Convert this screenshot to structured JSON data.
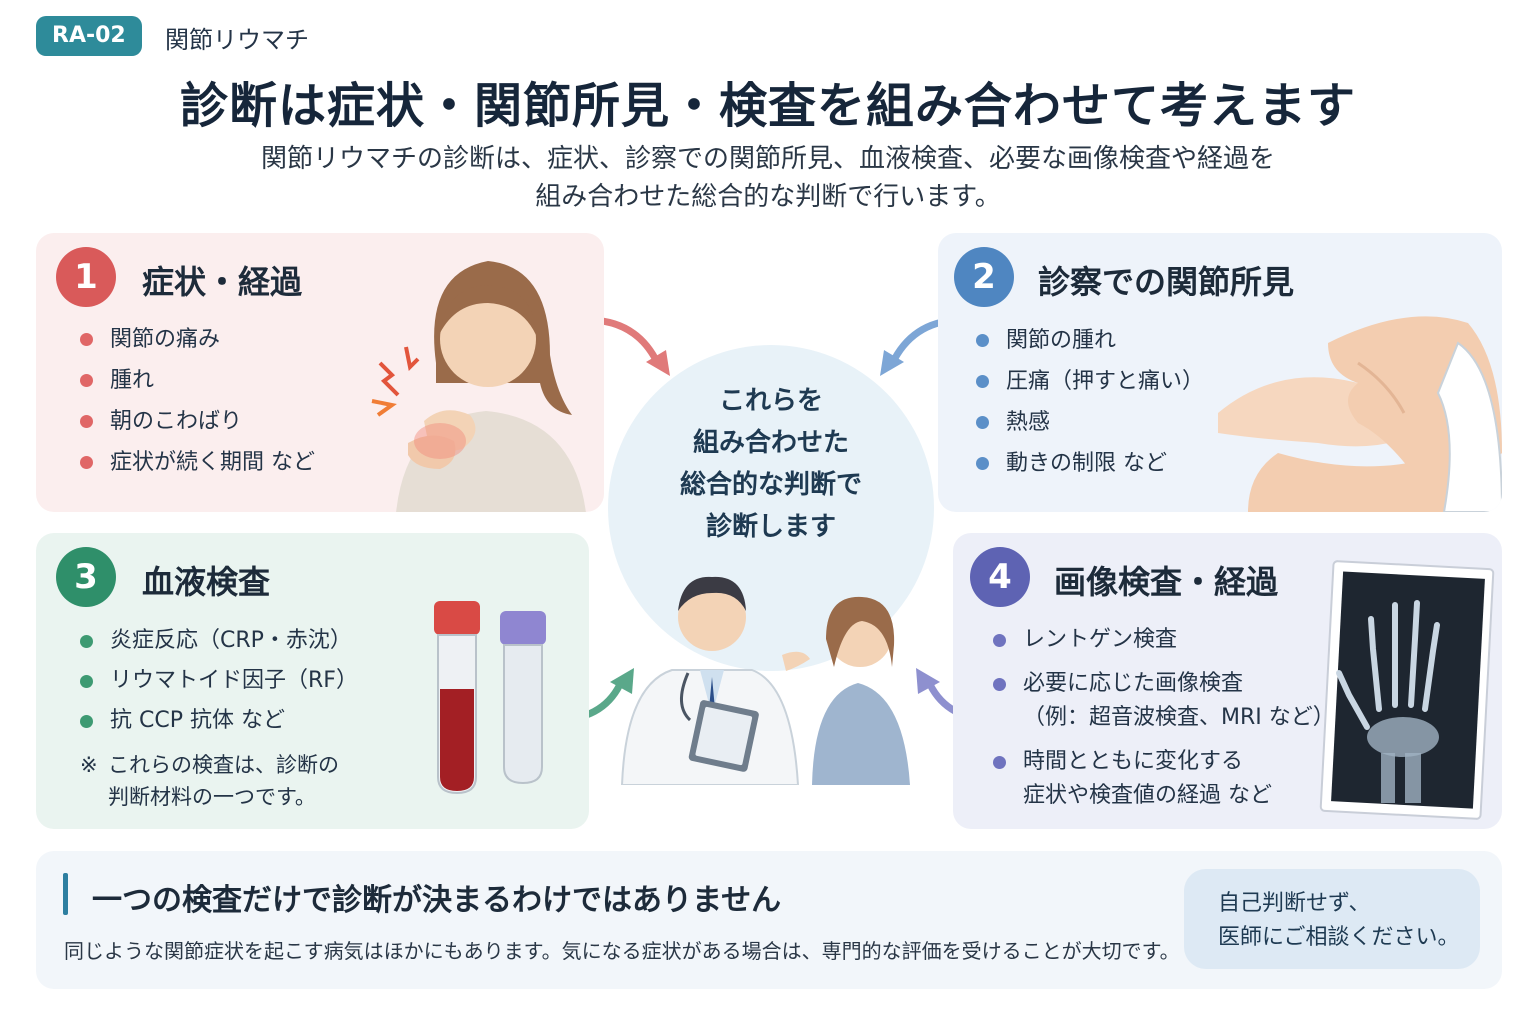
{
  "header": {
    "tag": "RA-02",
    "category": "関節リウマチ",
    "title": "診断は症状・関節所見・検査を組み合わせて考えます",
    "lead_lines": [
      "関節リウマチの診断は、症状、診察での関節所見、血液検査、必要な画像検査や経過を",
      "組み合わせた総合的な判断で行います。"
    ]
  },
  "cards": [
    {
      "number": "1",
      "title": "症状・経過",
      "items": [
        "関節の痛み",
        "腫れ",
        "朝のこわばり",
        "症状が続く期間 など"
      ]
    },
    {
      "number": "2",
      "title": "診察での関節所見",
      "items": [
        "関節の腫れ",
        "圧痛（押すと痛い）",
        "熱感",
        "動きの制限 など"
      ]
    },
    {
      "number": "3",
      "title": "血液検査",
      "items": [
        "炎症反応（CRP・赤沈）",
        "リウマトイド因子（RF）",
        "抗 CCP 抗体 など"
      ],
      "note_mark": "※",
      "note_lines": [
        "これらの検査は、診断の",
        "判断材料の一つです。"
      ]
    },
    {
      "number": "4",
      "title": "画像検査・経過",
      "items": [
        {
          "line1": "レントゲン検査",
          "line2": ""
        },
        {
          "line1": "必要に応じた画像検査",
          "line2": "（例：超音波検査、MRI など）"
        },
        {
          "line1": "時間とともに変化する",
          "line2": "症状や検査値の経過 など"
        }
      ]
    }
  ],
  "center": {
    "lines": [
      "これらを",
      "組み合わせた",
      "総合的な判断で",
      "診断します"
    ]
  },
  "bottom": {
    "title": "一つの検査だけで診断が決まるわけではありません",
    "text": "同じような関節症状を起こす病気はほかにもあります。気になる症状がある場合は、専門的な評価を受けることが大切です。",
    "advice_lines": [
      "自己判断せず、",
      "医師にご相談ください。"
    ]
  },
  "colors": {
    "card1_accent": "#d95a5a",
    "card2_accent": "#4f86c1",
    "card3_accent": "#2f8f6a",
    "card4_accent": "#5e63b3",
    "tag": "#2e8b9a"
  },
  "illustrations": {
    "card1": "woman-holding-painful-wrist-icon",
    "card2": "doctor-examining-hand-icon",
    "card3": "blood-test-tubes-icon",
    "card4": "hand-xray-icon",
    "center": "doctor-and-patient-icon"
  }
}
